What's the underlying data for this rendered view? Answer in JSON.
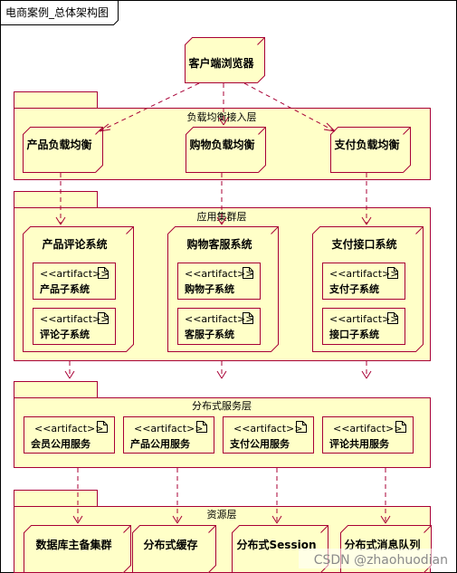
{
  "frame": {
    "title": "电商案例_总体架构图"
  },
  "watermark": "CSDN @zhaohuodian",
  "colors": {
    "fill": "#ffffc8",
    "stroke": "#a80036",
    "text": "#000000",
    "frame": "#000000"
  },
  "client": {
    "label": "客户端浏览器"
  },
  "layers": {
    "lb": {
      "title": "负载均衡接入层",
      "nodes": [
        "产品负载均衡",
        "购物负载均衡",
        "支付负载均衡"
      ]
    },
    "app": {
      "title": "应用集群层",
      "nodes": [
        {
          "label": "产品评论系统",
          "artifacts": [
            {
              "stereo": "<<artifact>>",
              "name": "产品子系统"
            },
            {
              "stereo": "<<artifact>>",
              "name": "评论子系统"
            }
          ]
        },
        {
          "label": "购物客服系统",
          "artifacts": [
            {
              "stereo": "<<artifact>>",
              "name": "购物子系统"
            },
            {
              "stereo": "<<artifact>>",
              "name": "客服子系统"
            }
          ]
        },
        {
          "label": "支付接口系统",
          "artifacts": [
            {
              "stereo": "<<artifact>>",
              "name": "支付子系统"
            },
            {
              "stereo": "<<artifact>>",
              "name": "接口子系统"
            }
          ]
        }
      ]
    },
    "dist": {
      "title": "分布式服务层",
      "artifacts": [
        {
          "stereo": "<<artifact>>",
          "name": "会员公用服务"
        },
        {
          "stereo": "<<artifact>>",
          "name": "产品公用服务"
        },
        {
          "stereo": "<<artifact>>",
          "name": "支付公用服务"
        },
        {
          "stereo": "<<artifact>>",
          "name": "评论共用服务"
        }
      ]
    },
    "res": {
      "title": "资源层",
      "nodes": [
        "数据库主备集群",
        "分布式缓存",
        "分布式Session",
        "分布式消息队列"
      ]
    }
  }
}
